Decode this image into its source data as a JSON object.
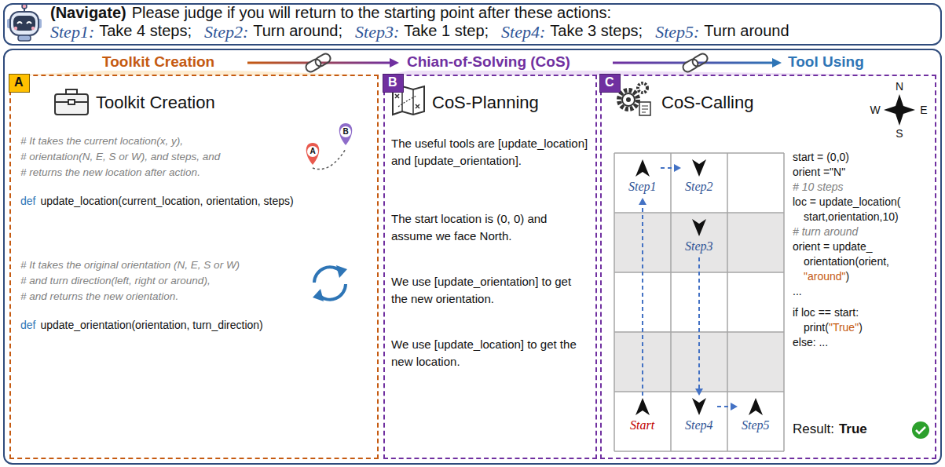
{
  "diagram": {
    "nodes": [
      {
        "text": [
          "(Navigate)",
          "Please judge if you will return to the starting point after these actions:",
          "Step1:",
          "Take 4 steps;",
          "Step2:",
          "Turn around;",
          "Step3:",
          "Take 1 step;",
          "Step4:",
          "Take 3 steps;",
          "Step5:",
          "Turn around"
        ]
      },
      {
        "text": [
          "Toolkit Creation",
          "Chian-of-Solving (CoS)",
          "Tool Using"
        ]
      },
      {
        "text": [
          "Toolkit Creation",
          "# It takes the current location(x, y),",
          "# orientation(N, E, S or W), and steps, and",
          "# returns the new location after action.",
          "def",
          "update_location(current_location, orientation, steps)",
          "# It takes the original orientation (N, E, S or W)",
          "# and turn direction(left, right or around),",
          "# and returns the new orientation.",
          "def",
          "update_orientation(orientation, turn_direction)"
        ],
        "in": 1
      },
      {
        "text": [
          "A"
        ],
        "in": 2
      },
      {
        "text": [
          "CoS-Planning",
          "The useful tools are [update_location] and [update_orientation].",
          "The start location is (0, 0) and assume we face North.",
          "We use [update_orientation] to get the new orientation.",
          "We use [update_location] to get the new location."
        ],
        "in": 1
      },
      {
        "text": [
          "B"
        ],
        "in": 4
      },
      {
        "text": [
          "CoS-Calling",
          "start = (0,0)",
          "orient =\"N\"",
          "# 10 steps",
          "loc = update_location(",
          "start,orientation,10)",
          "# turn around",
          "orient = update_",
          "orientation(orient,",
          "\"around\"",
          ")",
          "...",
          "if loc == start:",
          "print(",
          "\"True\"",
          ")",
          "else: ...",
          "Result:",
          "True"
        ],
        "in": 1
      },
      {
        "text": [
          "C"
        ],
        "in": 6
      },
      {
        "text": [
          "Step1"
        ],
        "in": 6
      },
      {
        "text": [
          "Step2"
        ],
        "in": 6
      },
      {
        "text": [
          "Step3"
        ],
        "in": 6
      },
      {
        "text": [
          "Start"
        ],
        "in": 6
      },
      {
        "text": [
          "Step4"
        ],
        "in": 6
      },
      {
        "text": [
          "Step5"
        ],
        "in": 6
      }
    ],
    "edges": [
      {
        "from": 11,
        "to": 8,
        "arrow": "to"
      },
      {
        "from": 8,
        "to": 9,
        "arrow": "to"
      },
      {
        "from": 10,
        "to": 12,
        "arrow": "to"
      },
      {
        "from": 12,
        "to": 13,
        "arrow": "to"
      }
    ],
    "labels": [
      "A",
      "B",
      "N",
      "W",
      "E",
      "S"
    ]
  }
}
